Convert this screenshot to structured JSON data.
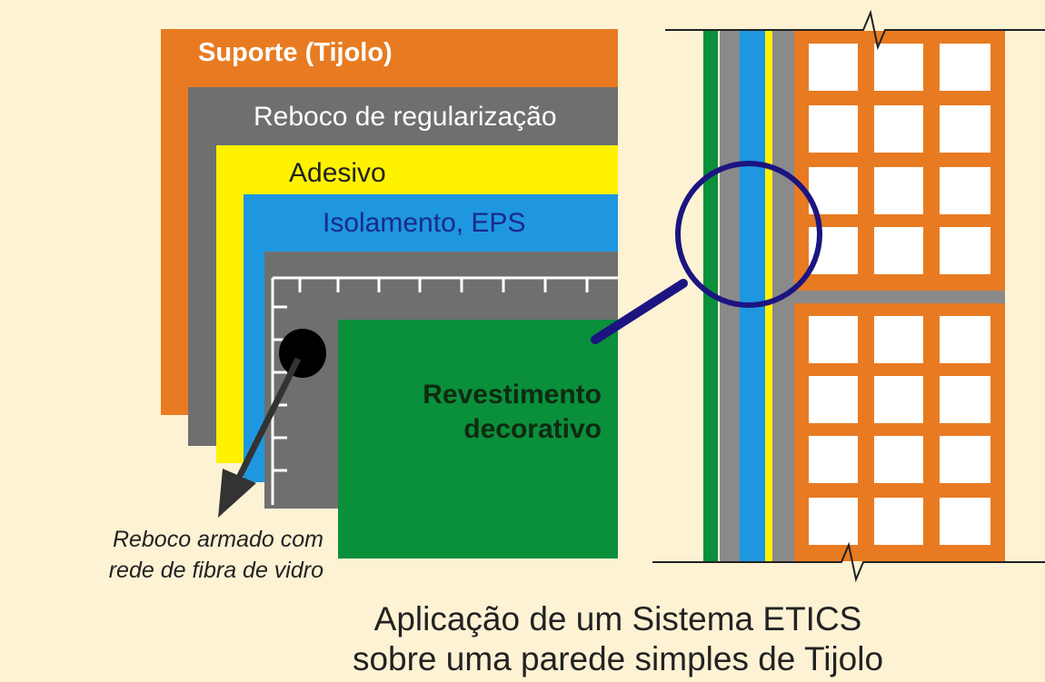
{
  "layers": {
    "suporte": "Suporte (Tijolo)",
    "reboco_regularizacao": "Reboco de regularização",
    "adesivo": "Adesivo",
    "isolamento": "Isolamento, EPS",
    "revestimento": [
      "Revestimento",
      "decorativo"
    ]
  },
  "note": [
    "Reboco armado com",
    "rede de fibra de vidro"
  ],
  "caption": [
    "Aplicação de um Sistema ETICS",
    "sobre uma parede simples de Tijolo"
  ],
  "colors": {
    "background": "#fdf2d4",
    "brick": "#e87b22",
    "render_grey": "#6f6f6f",
    "adhesive_yellow": "#fff200",
    "insulation_blue": "#1e97e0",
    "finish_green": "#0a8f3b",
    "magnifier": "#1c1480"
  }
}
